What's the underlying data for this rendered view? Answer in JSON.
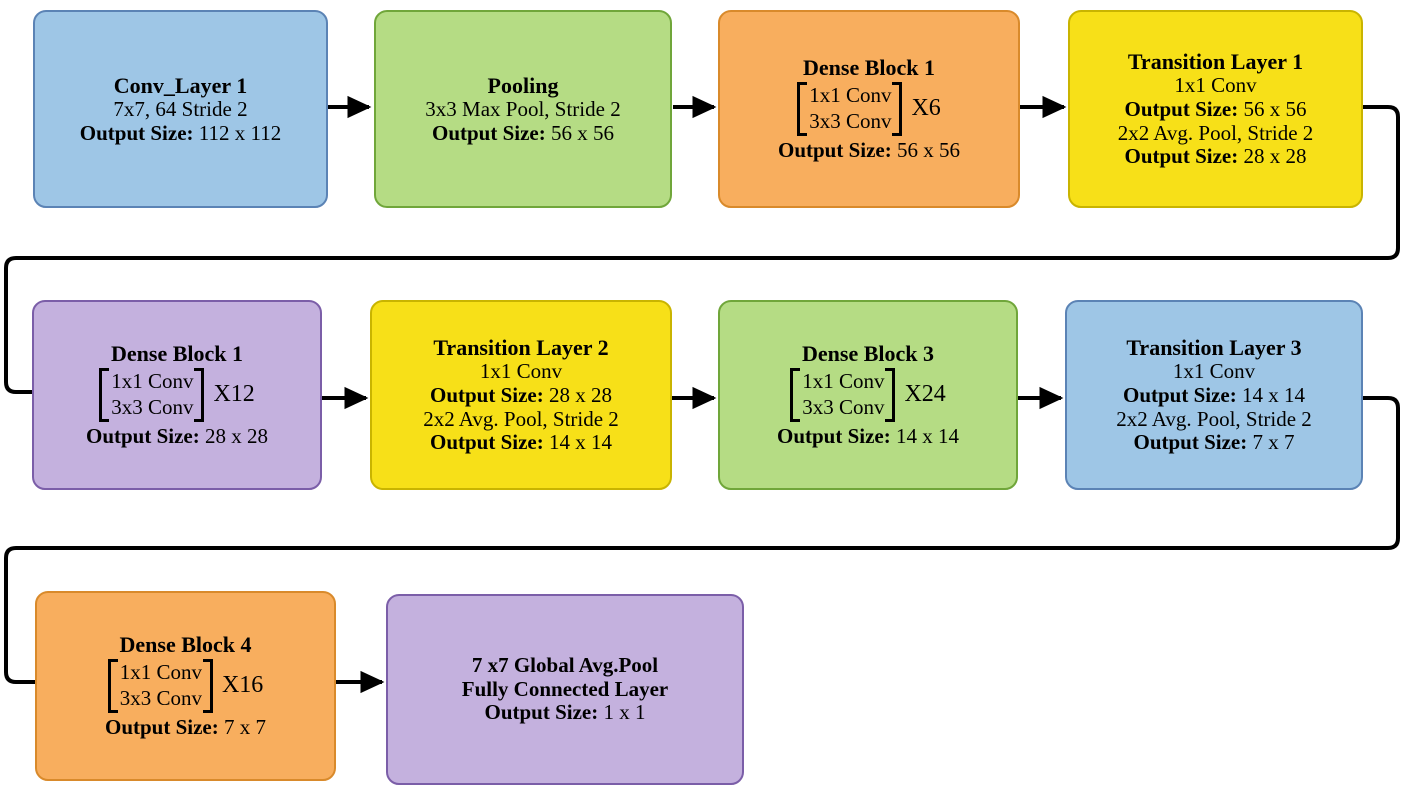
{
  "diagram": {
    "title": "DenseNet-121 architecture flow diagram",
    "colors": {
      "blue": "#9ec6e6",
      "green": "#b5dc84",
      "orange": "#f8ae5e",
      "yellow": "#f7e018",
      "purple": "#c4b1de",
      "arrow": "#000000"
    }
  },
  "chart_data": {
    "type": "diagram",
    "title": "DenseNet architecture block flow",
    "nodes": [
      {
        "id": "conv-layer-1",
        "title": "Conv_Layer 1",
        "lines": [
          "7x7, 64 Stride 2"
        ],
        "output_label": "Output Size:",
        "output_value": "112 x 112",
        "color": "blue"
      },
      {
        "id": "pooling",
        "title": "Pooling",
        "lines": [
          "3x3 Max Pool, Stride 2"
        ],
        "output_label": "Output Size:",
        "output_value": "56 x 56",
        "color": "green"
      },
      {
        "id": "dense-block-1",
        "title": "Dense Block 1",
        "stack": [
          "1x1 Conv",
          "3x3 Conv"
        ],
        "multiplier": "X6",
        "output_label": "Output Size:",
        "output_value": "56 x 56",
        "color": "orange"
      },
      {
        "id": "transition-layer-1",
        "title": "Transition Layer 1",
        "lines": [
          "1x1 Conv"
        ],
        "output_label": "Output Size:",
        "output_value": "56 x 56",
        "lines2": [
          "2x2 Avg. Pool, Stride 2"
        ],
        "output_label2": "Output Size:",
        "output_value2": "28 x 28",
        "color": "yellow"
      },
      {
        "id": "dense-block-2",
        "title": "Dense Block 1",
        "stack": [
          "1x1 Conv",
          "3x3 Conv"
        ],
        "multiplier": "X12",
        "output_label": "Output Size:",
        "output_value": "28 x 28",
        "color": "purple"
      },
      {
        "id": "transition-layer-2",
        "title": "Transition Layer 2",
        "lines": [
          "1x1 Conv"
        ],
        "output_label": "Output Size:",
        "output_value": "28 x 28",
        "lines2": [
          "2x2 Avg. Pool, Stride 2"
        ],
        "output_label2": "Output Size:",
        "output_value2": "14 x 14",
        "color": "yellow"
      },
      {
        "id": "dense-block-3",
        "title": "Dense Block 3",
        "stack": [
          "1x1 Conv",
          "3x3 Conv"
        ],
        "multiplier": "X24",
        "output_label": "Output Size:",
        "output_value": "14 x 14",
        "color": "green"
      },
      {
        "id": "transition-layer-3",
        "title": "Transition Layer 3",
        "lines": [
          "1x1 Conv"
        ],
        "output_label": "Output Size:",
        "output_value": "14 x 14",
        "lines2": [
          "2x2 Avg. Pool, Stride 2"
        ],
        "output_label2": "Output Size:",
        "output_value2": "7 x 7",
        "color": "blue"
      },
      {
        "id": "dense-block-4",
        "title": "Dense Block 4",
        "stack": [
          "1x1 Conv",
          "3x3 Conv"
        ],
        "multiplier": "X16",
        "output_label": "Output Size:",
        "output_value": "7 x 7",
        "color": "orange"
      },
      {
        "id": "classification-layer",
        "title": "7 x7 Global Avg.Pool",
        "title2": "Fully Connected Layer",
        "output_label": "Output Size:",
        "output_value": "1 x 1",
        "color": "purple"
      }
    ],
    "edges": [
      {
        "from": "conv-layer-1",
        "to": "pooling",
        "style": "straight-arrow"
      },
      {
        "from": "pooling",
        "to": "dense-block-1",
        "style": "straight-arrow"
      },
      {
        "from": "dense-block-1",
        "to": "transition-layer-1",
        "style": "straight-arrow"
      },
      {
        "from": "transition-layer-1",
        "to": "dense-block-2",
        "style": "wrap-arrow"
      },
      {
        "from": "dense-block-2",
        "to": "transition-layer-2",
        "style": "straight-arrow"
      },
      {
        "from": "transition-layer-2",
        "to": "dense-block-3",
        "style": "straight-arrow"
      },
      {
        "from": "dense-block-3",
        "to": "transition-layer-3",
        "style": "straight-arrow"
      },
      {
        "from": "transition-layer-3",
        "to": "dense-block-4",
        "style": "wrap-arrow"
      },
      {
        "from": "dense-block-4",
        "to": "classification-layer",
        "style": "straight-arrow"
      }
    ]
  }
}
